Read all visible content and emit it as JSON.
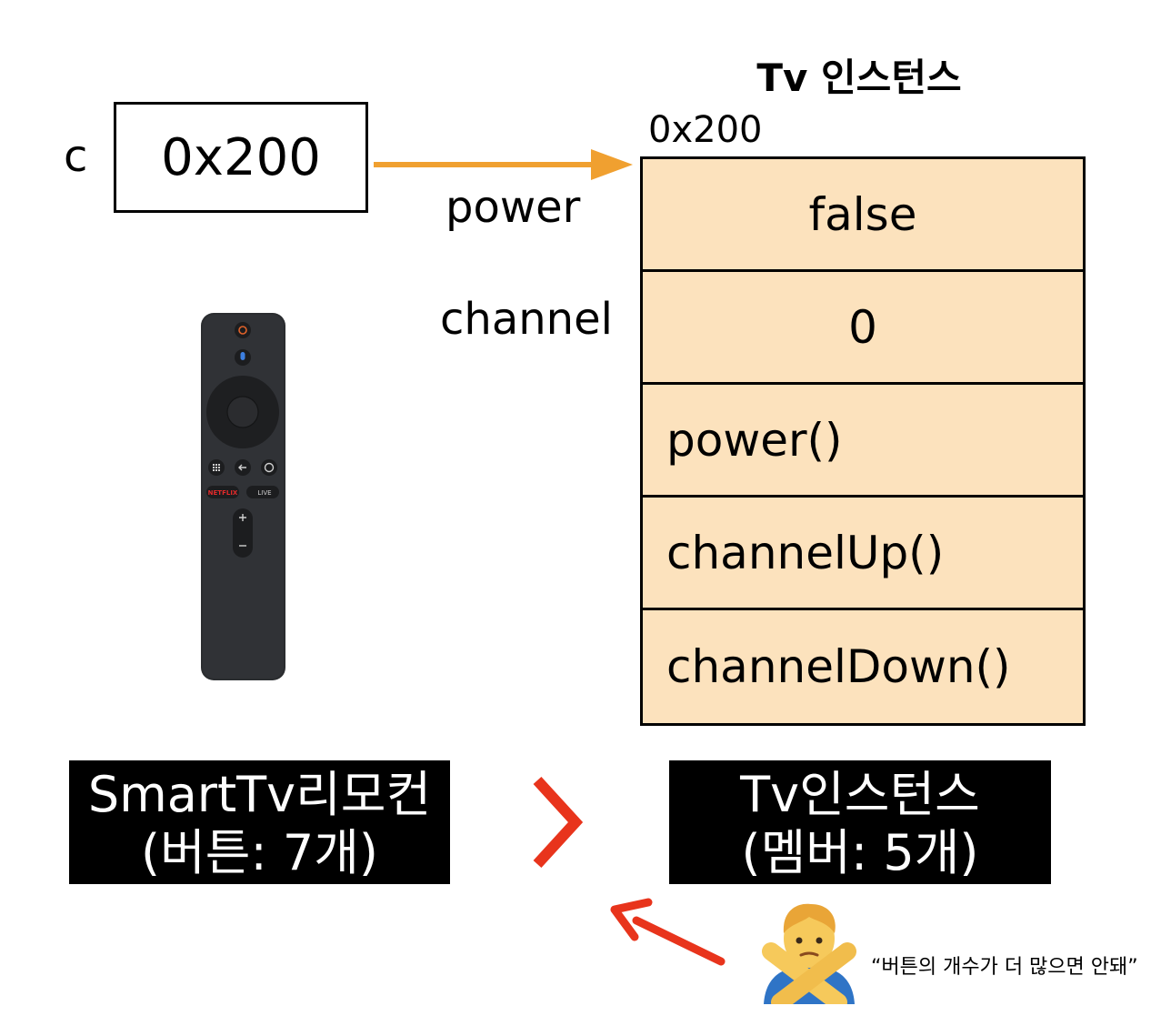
{
  "variable": {
    "name": "c",
    "value": "0x200"
  },
  "instance": {
    "title": "Tv 인스턴스",
    "address": "0x200",
    "rows": [
      {
        "label": "power",
        "value": "false"
      },
      {
        "label": "channel",
        "value": "0"
      }
    ],
    "methods": [
      "power()",
      "channelUp()",
      "channelDown()"
    ]
  },
  "comparison": {
    "left": {
      "line1": "SmartTv리모컨",
      "line2": "(버튼: 7개)"
    },
    "operator": ">",
    "right": {
      "line1": "Tv인스턴스",
      "line2": "(멤버: 5개)"
    }
  },
  "remote_labels": {
    "netflix": "NETFLIX",
    "live": "LIVE"
  },
  "note": "“버튼의 개수가 더 많으면 안돼”",
  "colors": {
    "reference_arrow": "#f0a030",
    "instance_fill": "#fce2bd",
    "red_mark": "#e8341c",
    "label_bg": "#000000"
  },
  "icons": {
    "remote": "tv-remote-icon",
    "emoji": "person-gesturing-no-icon"
  }
}
